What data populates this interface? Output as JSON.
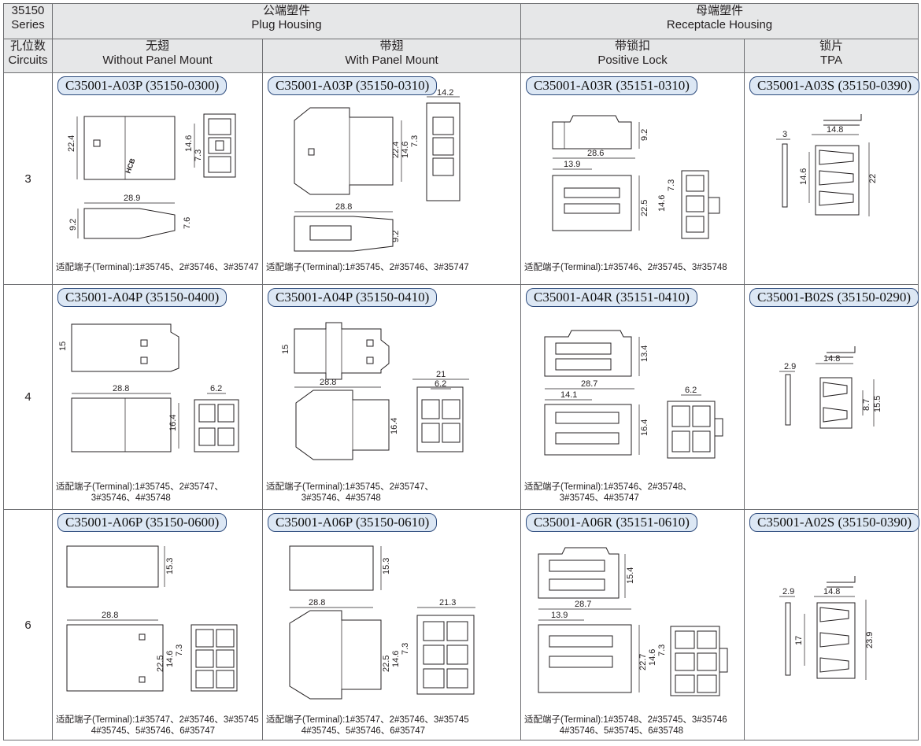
{
  "header": {
    "series_cn": "35150",
    "series_en": "Series",
    "circuits_cn": "孔位数",
    "circuits_en": "Circuits",
    "plug_cn": "公端塑件",
    "plug_en": "Plug Housing",
    "receptacle_cn": "母端塑件",
    "receptacle_en": "Receptacle Housing",
    "col_without_cn": "无翅",
    "col_without_en": "Without Panel Mount",
    "col_with_cn": "带翅",
    "col_with_en": "With Panel Mount",
    "col_lock_cn": "带锁扣",
    "col_lock_en": "Positive Lock",
    "col_tpa_cn": "锁片",
    "col_tpa_en": "TPA"
  },
  "rows": [
    {
      "circuits": "3",
      "cells": [
        {
          "part": "C35001-A03P (35150-0300)",
          "terminal": "适配端子(Terminal):1#35745、2#35746、3#35747",
          "dims": [
            "22.4",
            "14.6",
            "7.3",
            "28.9",
            "9.2",
            "7.6"
          ]
        },
        {
          "part": "C35001-A03P (35150-0310)",
          "terminal": "适配端子(Terminal):1#35745、2#35746、3#35747",
          "dims": [
            "14.2",
            "22.4",
            "14.6",
            "7.3",
            "28.8",
            "9.2"
          ]
        },
        {
          "part": "C35001-A03R (35151-0310)",
          "terminal": "适配端子(Terminal):1#35746、2#35745、3#35748",
          "dims": [
            "9.2",
            "28.6",
            "13.9",
            "22.5",
            "14.6",
            "7.3"
          ]
        },
        {
          "part": "C35001-A03S (35150-0390)",
          "terminal": "",
          "dims": [
            "3",
            "14.8",
            "14.6",
            "22"
          ]
        }
      ]
    },
    {
      "circuits": "4",
      "cells": [
        {
          "part": "C35001-A04P (35150-0400)",
          "terminal": "适配端子(Terminal):1#35745、2#35747、\n              3#35746、4#35748",
          "dims": [
            "15",
            "28.8",
            "6.2",
            "16.4"
          ]
        },
        {
          "part": "C35001-A04P (35150-0410)",
          "terminal": "适配端子(Terminal):1#35745、2#35747、\n              3#35746、4#35748",
          "dims": [
            "15",
            "28.8",
            "21",
            "6.2",
            "16.4"
          ]
        },
        {
          "part": "C35001-A04R (35151-0410)",
          "terminal": "适配端子(Terminal):1#35746、2#35748、\n              3#35745、4#35747",
          "dims": [
            "13.4",
            "28.7",
            "14.1",
            "6.2",
            "16.4"
          ]
        },
        {
          "part": "C35001-B02S (35150-0290)",
          "terminal": "",
          "dims": [
            "2.9",
            "14.8",
            "8.7",
            "15.5"
          ]
        }
      ]
    },
    {
      "circuits": "6",
      "cells": [
        {
          "part": "C35001-A06P (35150-0600)",
          "terminal": "适配端子(Terminal):1#35747、2#35746、3#35745\n              4#35745、5#35746、6#35747",
          "dims": [
            "15.3",
            "28.8",
            "22.5",
            "14.6",
            "7.3"
          ]
        },
        {
          "part": "C35001-A06P (35150-0610)",
          "terminal": "适配端子(Terminal):1#35747、2#35746、3#35745\n              4#35745、5#35746、6#35747",
          "dims": [
            "15.3",
            "28.8",
            "21.3",
            "22.5",
            "14.6",
            "7.3"
          ]
        },
        {
          "part": "C35001-A06R (35151-0610)",
          "terminal": "适配端子(Terminal):1#35748、2#35745、3#35746\n              4#35746、5#35745、6#35748",
          "dims": [
            "15.4",
            "28.7",
            "13.9",
            "22.7",
            "14.6",
            "7.3"
          ]
        },
        {
          "part": "C35001-A02S (35150-0390)",
          "terminal": "",
          "dims": [
            "2.9",
            "14.8",
            "17",
            "23.9"
          ]
        }
      ]
    }
  ]
}
